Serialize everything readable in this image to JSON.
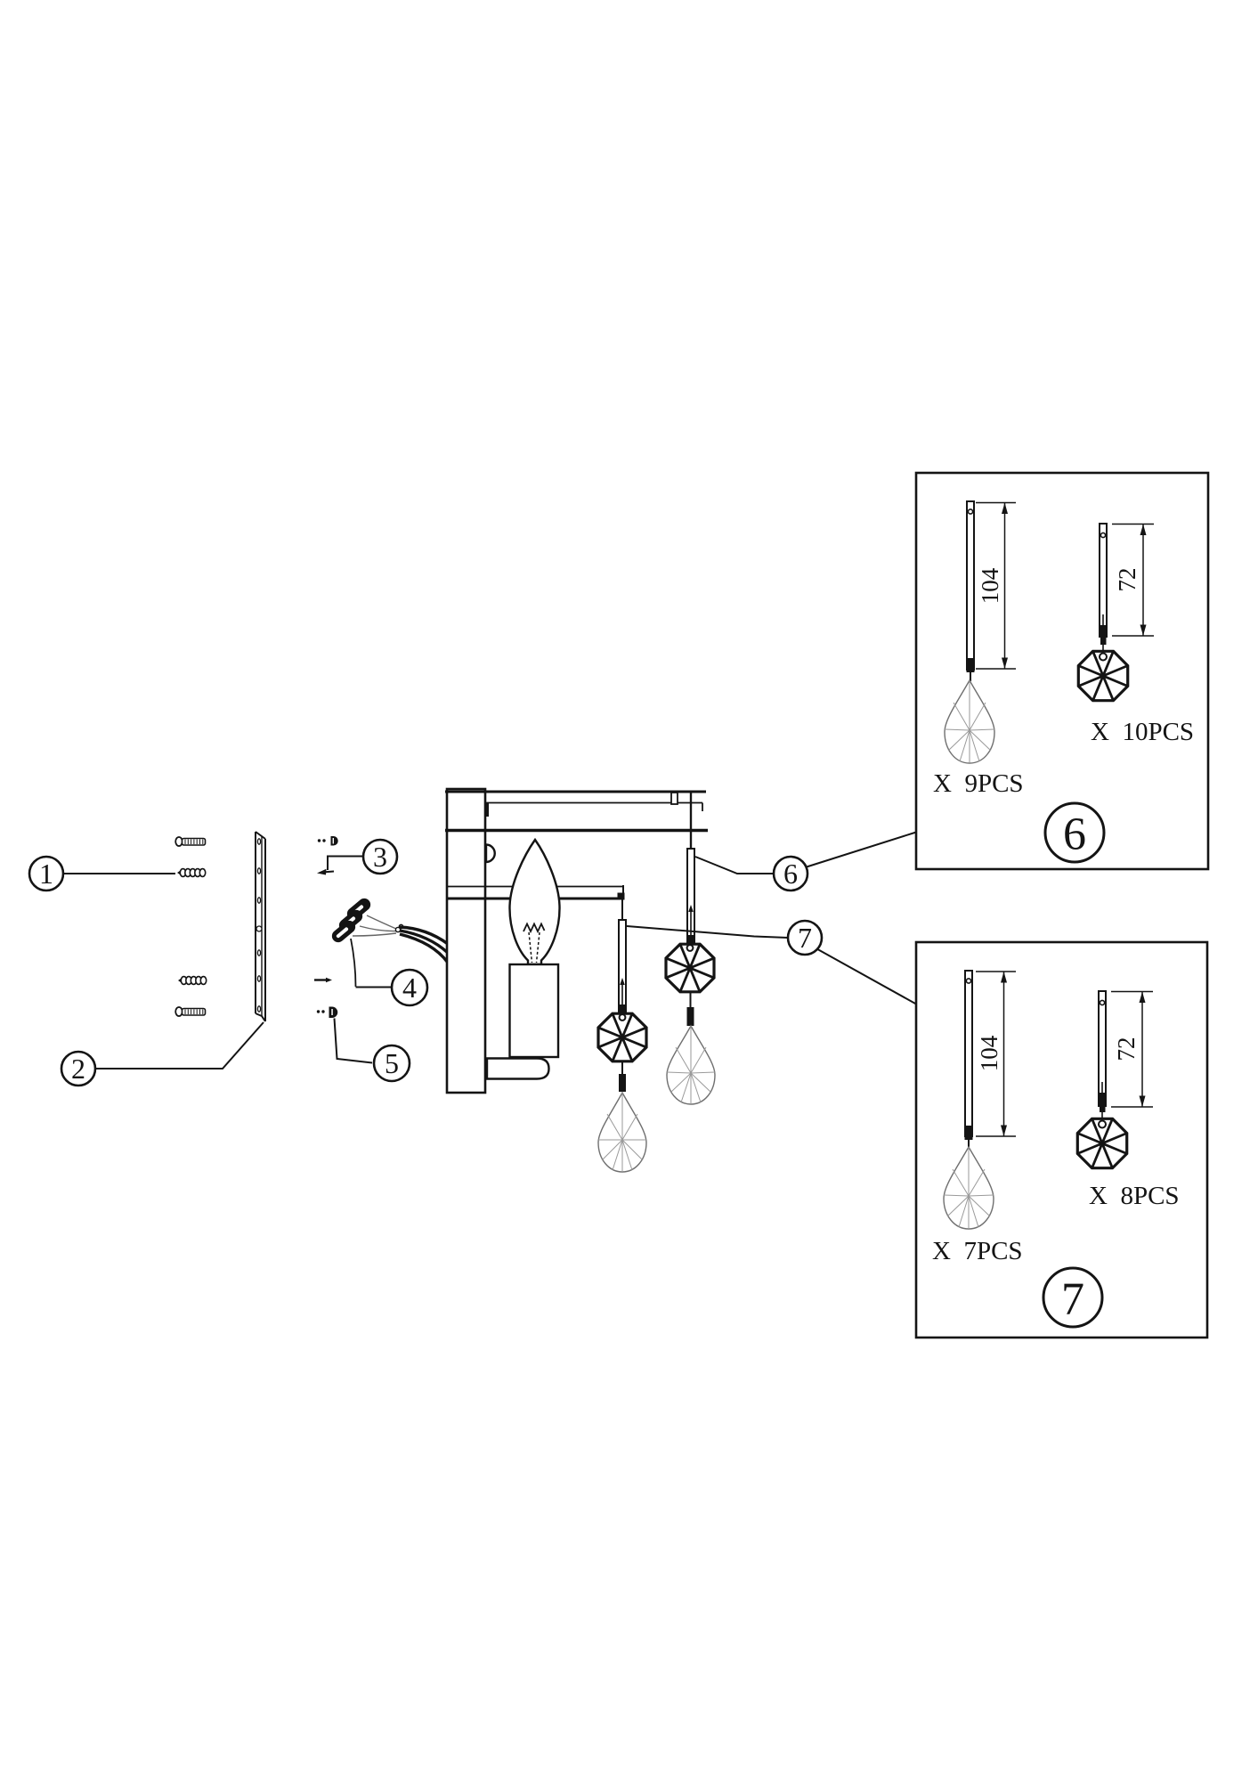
{
  "colors": {
    "background": "#ffffff",
    "line": "#141414",
    "crystal_line": "#8f8f8f"
  },
  "callouts": {
    "c1": "1",
    "c2": "2",
    "c3": "3",
    "c4": "4",
    "c5": "5",
    "c6": "6",
    "c7": "7"
  },
  "detail_boxes": [
    {
      "label": "6",
      "teardrop_pendant": {
        "length_label": "104",
        "qty_label": "X  9PCS"
      },
      "octagon_pendant": {
        "length_label": "72",
        "qty_label": "X  10PCS"
      }
    },
    {
      "label": "7",
      "teardrop_pendant": {
        "length_label": "104",
        "qty_label": "X  7PCS"
      },
      "octagon_pendant": {
        "length_label": "72",
        "qty_label": "X  8PCS"
      }
    }
  ]
}
